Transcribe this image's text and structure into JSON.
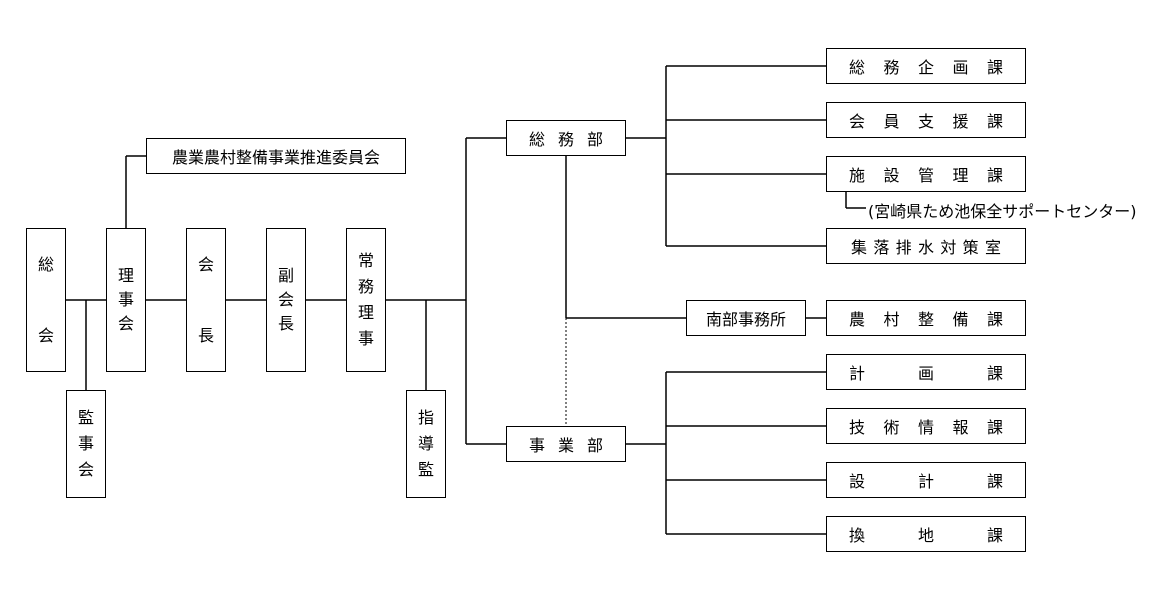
{
  "chart": {
    "left": {
      "soukai": [
        "総",
        "",
        "会"
      ],
      "rijikai": [
        "理",
        "事",
        "会"
      ],
      "kantokai": [
        "監",
        "事",
        "会"
      ],
      "kaicho": [
        "会",
        "",
        "長"
      ],
      "fukukaicho": [
        "副",
        "会",
        "長"
      ],
      "jomuriji": [
        "常",
        "務",
        "理",
        "事"
      ],
      "shidokan": [
        "指",
        "導",
        "監"
      ],
      "committee": "農業農村整備事業推進委員会"
    },
    "departments": {
      "somubu": [
        "総",
        "務",
        "部"
      ],
      "jigyobu": [
        "事",
        "業",
        "部"
      ],
      "nanbu_office": "南部事務所"
    },
    "sections": {
      "somu_kikaku": [
        "総",
        "務",
        "企",
        "画",
        "課"
      ],
      "kaiin_shien": [
        "会",
        "員",
        "支",
        "援",
        "課"
      ],
      "shisetsu_kanri": [
        "施",
        "設",
        "管",
        "理",
        "課"
      ],
      "shisetsu_note": "(宮崎県ため池保全サポートセンター)",
      "shuraku_haisui": [
        "集",
        "落",
        "排",
        "水",
        "対",
        "策",
        "室"
      ],
      "noson_seibi": [
        "農",
        "村",
        "整",
        "備",
        "課"
      ],
      "keikaku": [
        "計",
        "画",
        "課"
      ],
      "gijutsu_joho": [
        "技",
        "術",
        "情",
        "報",
        "課"
      ],
      "sekkei": [
        "設",
        "計",
        "課"
      ],
      "kanchi": [
        "換",
        "地",
        "課"
      ]
    }
  }
}
